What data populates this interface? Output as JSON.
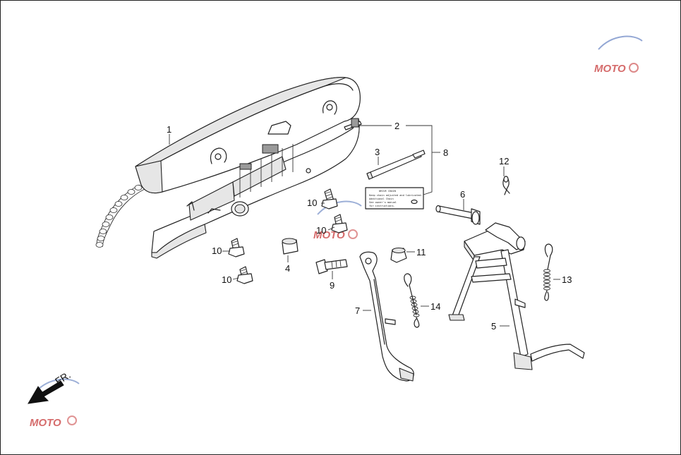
{
  "callouts": [
    {
      "id": "c1",
      "label": "1"
    },
    {
      "id": "c2",
      "label": "2"
    },
    {
      "id": "c3",
      "label": "3"
    },
    {
      "id": "c8",
      "label": "8"
    },
    {
      "id": "c12",
      "label": "12"
    },
    {
      "id": "c6",
      "label": "6"
    },
    {
      "id": "c10a",
      "label": "10"
    },
    {
      "id": "c10b",
      "label": "10"
    },
    {
      "id": "c10c",
      "label": "10"
    },
    {
      "id": "c10d",
      "label": "10"
    },
    {
      "id": "c4",
      "label": "4"
    },
    {
      "id": "c9",
      "label": "9"
    },
    {
      "id": "c11",
      "label": "11"
    },
    {
      "id": "c7",
      "label": "7"
    },
    {
      "id": "c14",
      "label": "14"
    },
    {
      "id": "c13",
      "label": "13"
    },
    {
      "id": "c5",
      "label": "5"
    }
  ],
  "direction_label": "FR.",
  "label_sticker": {
    "title": "DRIVE CHAIN",
    "lines": [
      "Keep chain adjusted and lubricated.",
      "Additional Chain",
      "See owner's manual",
      "for instructions."
    ]
  },
  "watermark": {
    "text": "MOTO",
    "colors": {
      "primary": "#c73a3a",
      "secondary": "#3a5fb0"
    }
  }
}
